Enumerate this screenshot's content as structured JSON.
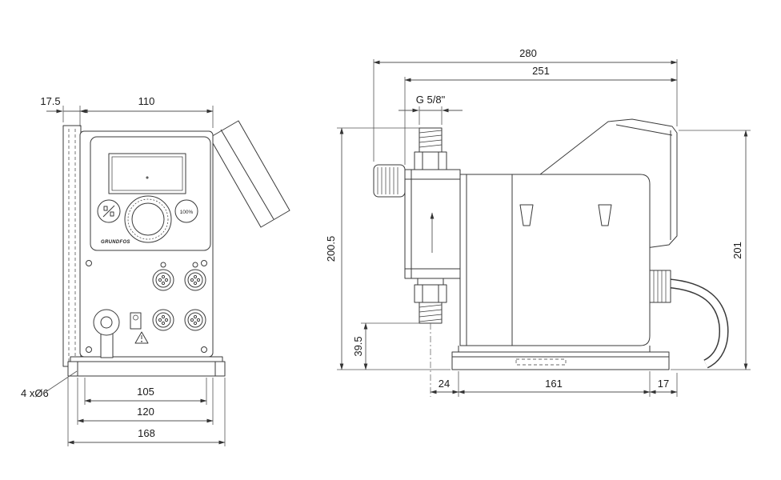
{
  "drawing": {
    "background": "#ffffff",
    "line_color": "#3a3a3a",
    "front_view": {
      "dim_17_5": "17.5",
      "dim_110": "110",
      "dim_105": "105",
      "dim_120": "120",
      "dim_168": "168",
      "holes_label": "4 xØ6",
      "button_100_label": "100%",
      "logo_text": "GRUNDFOS"
    },
    "side_view": {
      "dim_280": "280",
      "dim_251": "251",
      "thread_label": "G 5/8\"",
      "dim_200_5": "200.5",
      "dim_39_5": "39.5",
      "dim_201": "201",
      "dim_24": "24",
      "dim_161": "161",
      "dim_17": "17"
    }
  }
}
